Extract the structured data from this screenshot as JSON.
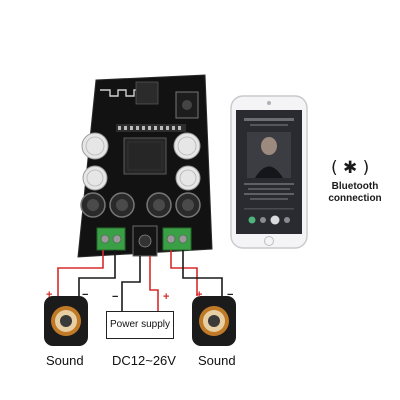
{
  "bluetooth": {
    "symbol": "( ✱ )",
    "label": "Bluetooth\nconnection",
    "icon": "bluetooth-icon"
  },
  "power_supply": {
    "box_label": "Power supply",
    "voltage": "DC12~26V"
  },
  "speakers": {
    "left_label": "Sound",
    "right_label": "Sound"
  },
  "polarity": {
    "plus": "+",
    "minus": "−"
  },
  "colors": {
    "board": "#121212",
    "terminal_green": "#3aa045",
    "wire_red": "#d52b2b",
    "wire_black": "#1a1a1a",
    "speaker_ring": "#b06a1e"
  }
}
